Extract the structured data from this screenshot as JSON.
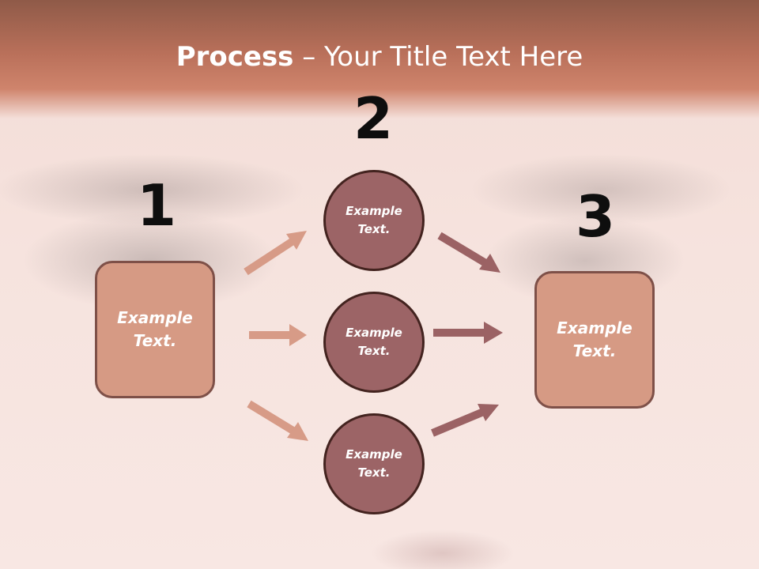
{
  "title": {
    "bold": "Process",
    "rest": " – Your Title Text Here"
  },
  "steps": [
    {
      "number": "1",
      "label": "Example Text."
    },
    {
      "number": "2",
      "label": "Example Text."
    },
    {
      "number": "3",
      "label": "Example Text."
    }
  ],
  "circles": [
    {
      "label": "Example Text."
    },
    {
      "label": "Example Text."
    },
    {
      "label": "Example Text."
    }
  ],
  "colors": {
    "banner": "#b9705a",
    "box_fill": "#d69a84",
    "box_border": "#7e5048",
    "circle_fill": "#9c6466",
    "circle_border": "#43231f",
    "arrow_left": "#d79b87",
    "arrow_right": "#9b6264"
  }
}
